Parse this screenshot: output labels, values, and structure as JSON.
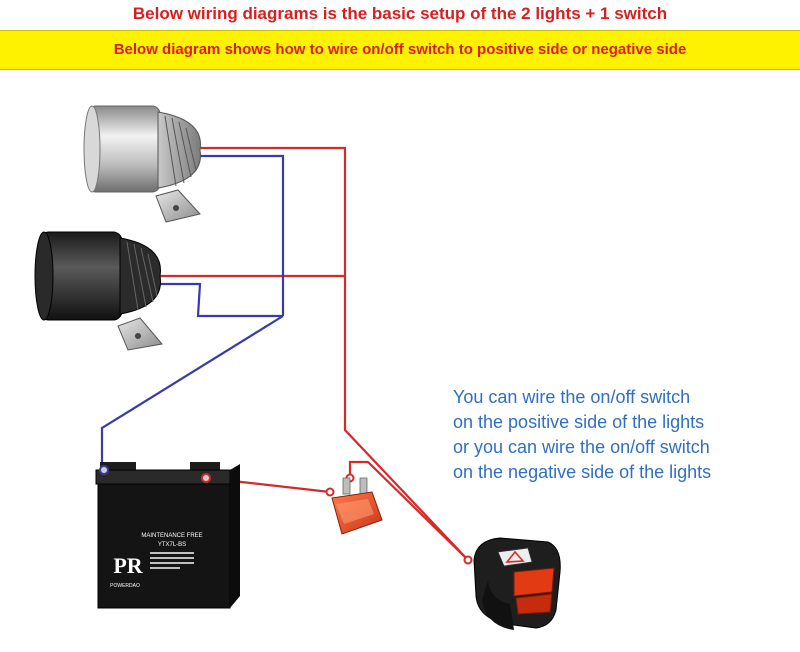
{
  "header": {
    "title": "Below wiring diagrams is the basic setup of the 2 lights + 1 switch",
    "subtitle": "Below diagram shows how to wire on/off switch to positive side or negative side"
  },
  "note": {
    "lines": [
      "You can wire the on/off switch",
      "on the positive side of the lights",
      "or you can wire the on/off switch",
      "on the negative side of the lights"
    ]
  },
  "battery": {
    "label_top": "MAINTENANCE FREE",
    "model": "YTX7L-BS",
    "brand": "POWERDAO",
    "logo": "PR"
  },
  "colors": {
    "positive_wire": "#d42a2a",
    "negative_wire": "#3a3aa8",
    "highlight": "#fff200",
    "title_text": "#d81f1f",
    "note_text": "#2f6fc3"
  },
  "icons": {
    "light_silver": "led-spotlight-silver-icon",
    "light_black": "led-spotlight-black-icon",
    "battery": "battery-icon",
    "fuse": "fuse-icon",
    "switch": "handlebar-switch-icon"
  }
}
